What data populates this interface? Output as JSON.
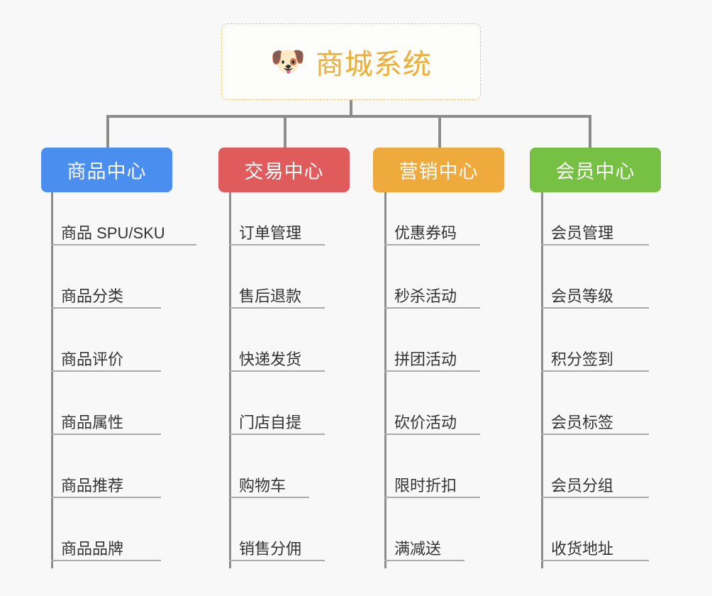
{
  "diagram": {
    "type": "mind-map",
    "background_color": "#f8f8f8",
    "root": {
      "icon": "shiba-dog-face-icon",
      "emoji": "🐶",
      "title": "商城系统",
      "text_color": "#f0ad35",
      "border_color": "#f3c26b",
      "fill_color": "#fdfdfb"
    },
    "branches": [
      {
        "label": "商品中心",
        "color": "#4a8ef0",
        "items": [
          "商品 SPU/SKU",
          "商品分类",
          "商品评价",
          "商品属性",
          "商品推荐",
          "商品品牌"
        ]
      },
      {
        "label": "交易中心",
        "color": "#e05c5c",
        "items": [
          "订单管理",
          "售后退款",
          "快递发货",
          "门店自提",
          "购物车",
          "销售分佣"
        ]
      },
      {
        "label": "营销中心",
        "color": "#eeaa3c",
        "items": [
          "优惠券码",
          "秒杀活动",
          "拼团活动",
          "砍价活动",
          "限时折扣",
          "满减送"
        ]
      },
      {
        "label": "会员中心",
        "color": "#76c044",
        "items": [
          "会员管理",
          "会员等级",
          "积分签到",
          "会员标签",
          "会员分组",
          "收货地址"
        ]
      }
    ],
    "connector_color": "#8c8c8c"
  }
}
